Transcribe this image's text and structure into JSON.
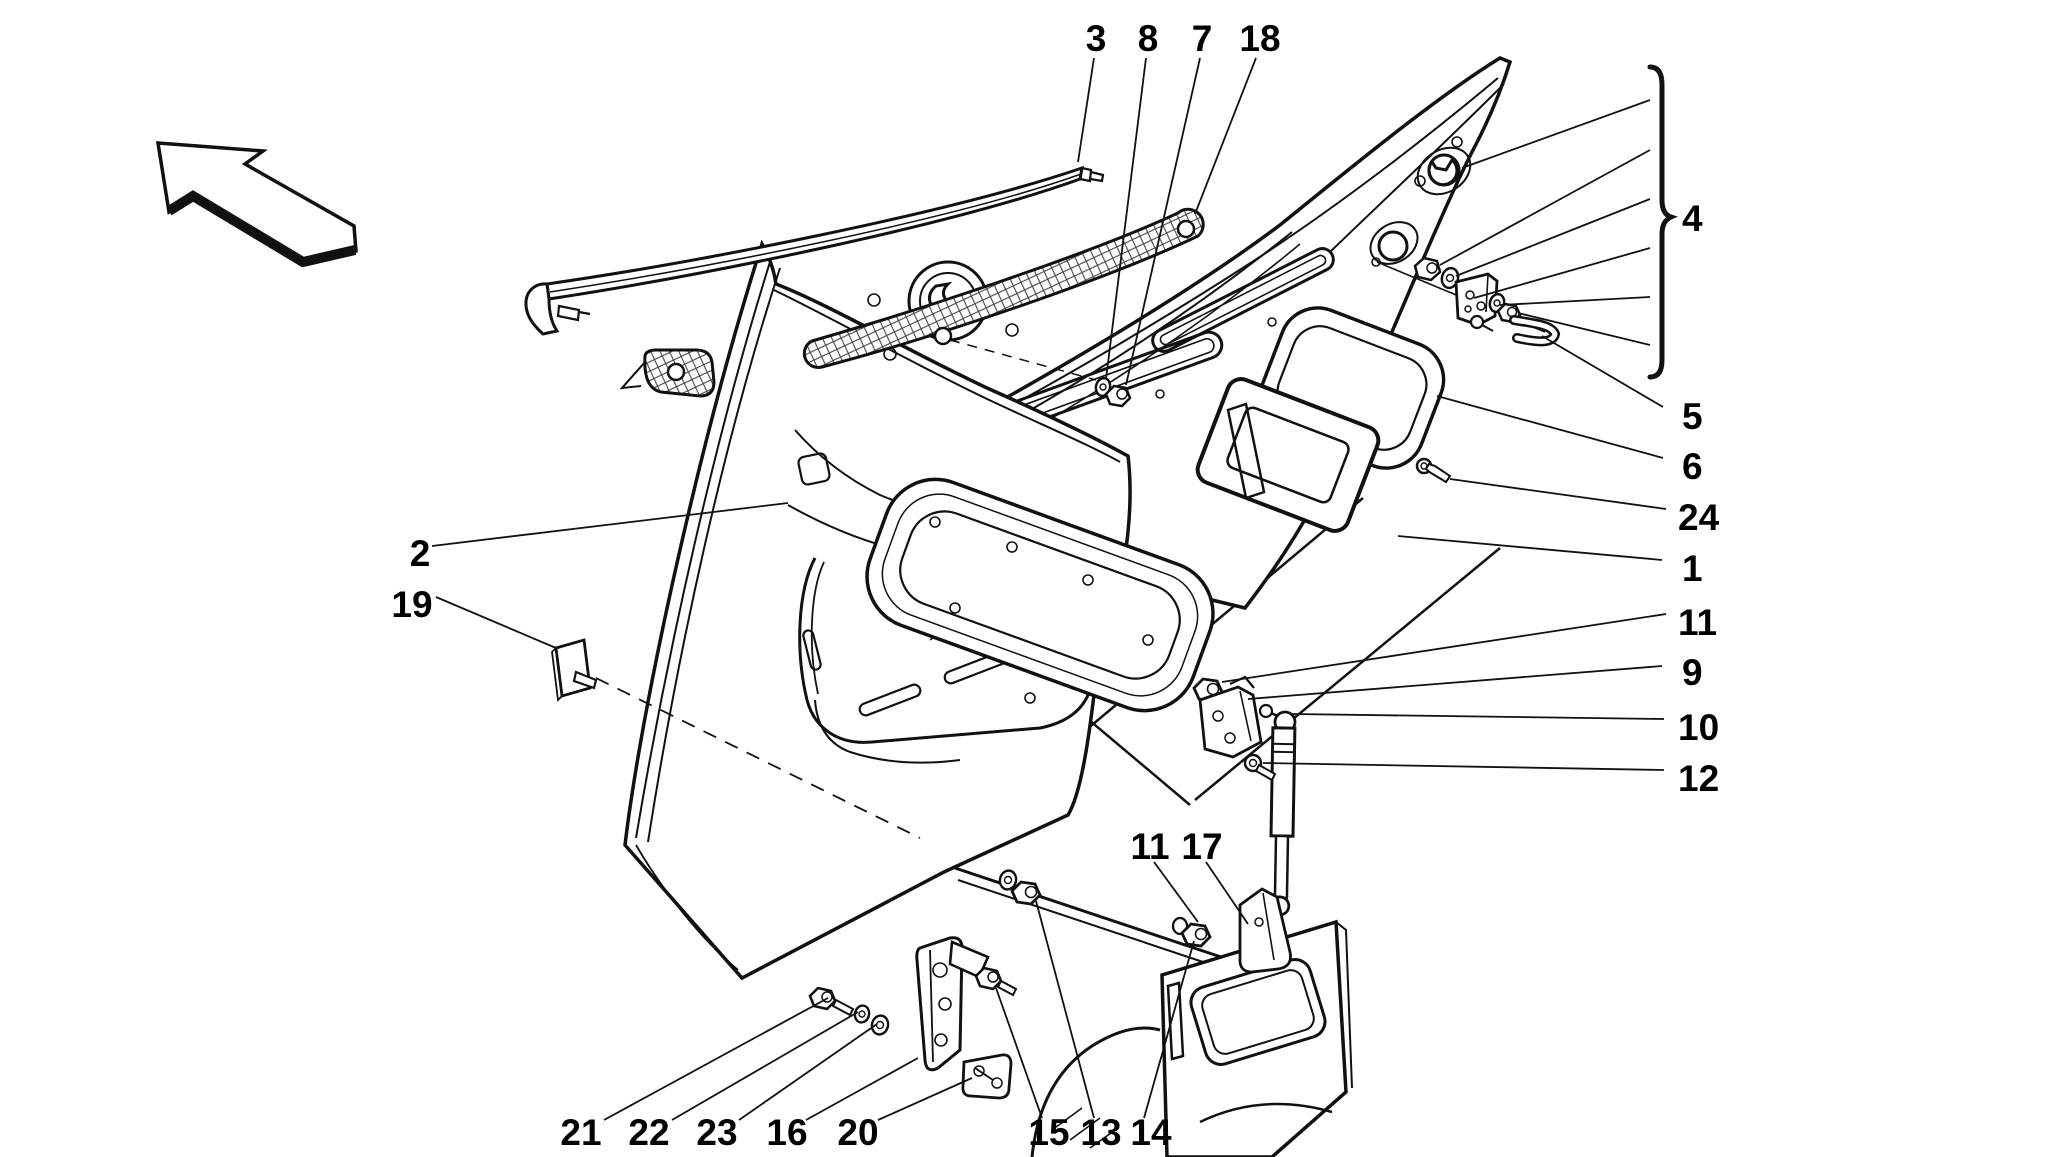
{
  "meta": {
    "figure_type": "exploded-parts-diagram",
    "subject": "Front hood / bonnet assembly with hinges, seals and gas strut",
    "background_color": "#ffffff",
    "ink_color": "#111111"
  },
  "direction_arrow": {
    "meaning": "orientation arrow pointing front-left"
  },
  "callouts": [
    {
      "label": "3"
    },
    {
      "label": "8"
    },
    {
      "label": "7"
    },
    {
      "label": "18"
    },
    {
      "label": "4"
    },
    {
      "label": "5"
    },
    {
      "label": "6"
    },
    {
      "label": "24"
    },
    {
      "label": "1"
    },
    {
      "label": "11"
    },
    {
      "label": "9"
    },
    {
      "label": "10"
    },
    {
      "label": "12"
    },
    {
      "label": "2"
    },
    {
      "label": "19"
    },
    {
      "label": "11"
    },
    {
      "label": "17"
    },
    {
      "label": "21"
    },
    {
      "label": "22"
    },
    {
      "label": "23"
    },
    {
      "label": "16"
    },
    {
      "label": "20"
    },
    {
      "label": "15"
    },
    {
      "label": "13"
    },
    {
      "label": "14"
    }
  ],
  "part_numbers_visible": [
    "1",
    "2",
    "3",
    "4",
    "5",
    "6",
    "7",
    "8",
    "9",
    "10",
    "11",
    "12",
    "13",
    "14",
    "15",
    "16",
    "17",
    "18",
    "19",
    "20",
    "21",
    "22",
    "23",
    "24"
  ]
}
